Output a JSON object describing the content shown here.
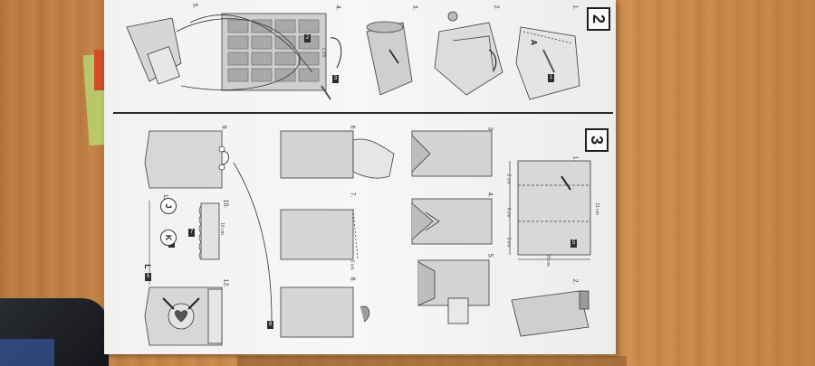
{
  "sections": {
    "top_badge": "2",
    "bottom_badge": "3"
  },
  "steps_section2": [
    {
      "num": "1."
    },
    {
      "num": "2."
    },
    {
      "num": "3."
    },
    {
      "num": "4."
    },
    {
      "num": "5."
    }
  ],
  "steps_section3": [
    {
      "num": "1."
    },
    {
      "num": "2."
    },
    {
      "num": "3."
    },
    {
      "num": "4."
    },
    {
      "num": "5."
    },
    {
      "num": "6."
    },
    {
      "num": "7."
    },
    {
      "num": "8."
    },
    {
      "num": "9."
    },
    {
      "num": "10."
    },
    {
      "num": "11."
    },
    {
      "num": "12."
    }
  ],
  "part_tags": {
    "t1": "1",
    "t2": "2",
    "t3": "3",
    "t4": "7",
    "t5": "6",
    "t6": "3",
    "t7": "5",
    "t8": "5",
    "t9": "8"
  },
  "letters": {
    "a": "A",
    "k": "K",
    "j": "J",
    "l": "L"
  },
  "dimensions": {
    "d1": "21 cm",
    "d2": "20 cm",
    "d3": "2 cm",
    "d4": "6 cm",
    "d5": "3 cm",
    "d6": "15 cm",
    "d7": "3 cm",
    "d8": "2 cm"
  }
}
